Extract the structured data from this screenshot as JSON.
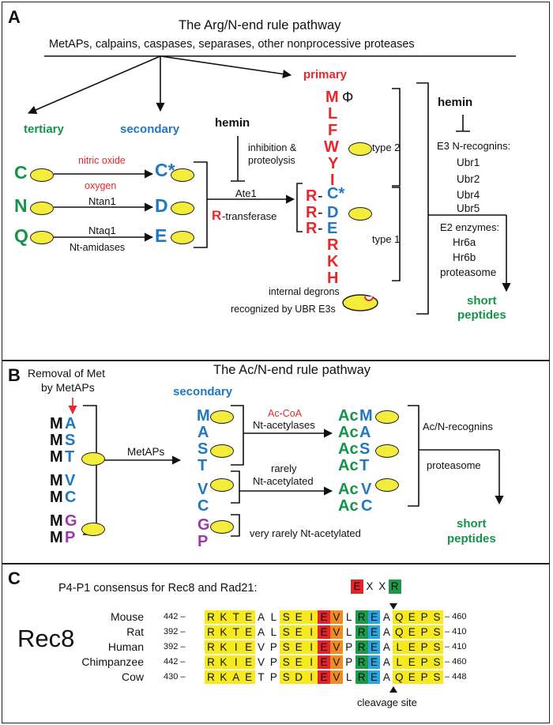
{
  "panel_a": {
    "letter": "A",
    "title": "The Arg/N-end rule pathway",
    "proteases": "MetAPs, calpains, caspases, separases, other nonprocessive proteases",
    "primary": "primary",
    "tertiary": "tertiary",
    "secondary": "secondary",
    "hemin_1": "hemin",
    "inhibition": "inhibition &",
    "proteolysis": "proteolysis",
    "hemin_2": "hemin",
    "nitric_oxide": "nitric oxide",
    "oxygen": "oxygen",
    "ntan1": "Ntan1",
    "ntaq1": "Ntaq1",
    "nt_amidases": "Nt-amidases",
    "ate1": "Ate1",
    "r_transferase_r": "R",
    "r_transferase": "-transferase",
    "tertiary_residues": [
      "C",
      "N",
      "Q"
    ],
    "secondary_residues": [
      "C*",
      "D",
      "E"
    ],
    "primary_type2": [
      "M",
      "L",
      "F",
      "W",
      "Y",
      "I"
    ],
    "phi": "Φ",
    "type2": "type 2",
    "type1": "type 1",
    "r_arg": "R",
    "type1_secondary": [
      "C*",
      "D",
      "E"
    ],
    "primary_type1_extra": [
      "R",
      "K",
      "H"
    ],
    "e3_header": "E3 N-recognins:",
    "e3": [
      "Ubr1",
      "Ubr2",
      "Ubr4",
      "Ubr5"
    ],
    "e2_header": "E2 enzymes:",
    "e2": [
      "Hr6a",
      "Hr6b"
    ],
    "proteasome": "proteasome",
    "internal_1": "internal degrons",
    "internal_2": "recognized by UBR E3s",
    "short": "short",
    "peptides": "peptides"
  },
  "panel_b": {
    "letter": "B",
    "title": "The Ac/N-end rule pathway",
    "removal_1": "Removal of Met",
    "removal_2": "by MetAPs",
    "secondary": "secondary",
    "metaps": "MetAPs",
    "met": "M",
    "second_residues": [
      "A",
      "S",
      "T",
      "V",
      "C",
      "G",
      "P"
    ],
    "ac_coa": "Ac-CoA",
    "nt_acetylases": "Nt-acetylases",
    "rarely": "rarely",
    "rarely_nt": "Nt-acetylated",
    "very_rarely": "very rarely Nt-acetylated",
    "ac": "Ac",
    "acetylated": [
      "M",
      "A",
      "S",
      "T",
      "V",
      "C"
    ],
    "ac_recognins": "Ac/N-recognins",
    "proteasome": "proteasome",
    "short": "short",
    "peptides": "peptides"
  },
  "panel_c": {
    "letter": "C",
    "consensus_label": "P4-P1 consensus for Rec8 and Rad21:",
    "consensus": [
      "E",
      "X",
      "X",
      "R"
    ],
    "rec8": "Rec8",
    "cleavage": "cleavage site",
    "alignment": [
      {
        "species": "Mouse",
        "start": "442",
        "seq": "RKTEALSEIEVLREAQEPS",
        "end": "460"
      },
      {
        "species": "Rat",
        "start": "392",
        "seq": "RKTEALSEIEVLREAQEPS",
        "end": "410"
      },
      {
        "species": "Human",
        "start": "392",
        "seq": "RKIEVPSEIEVPREALEPS",
        "end": "410"
      },
      {
        "species": "Chimpanzee",
        "start": "442",
        "seq": "RKIEVPSEIEVPREALEPS",
        "end": "460"
      },
      {
        "species": "Cow",
        "start": "430",
        "seq": "RKAETPSDIEVLREAQEPS",
        "end": "448"
      }
    ],
    "colors": {
      "yellow": "#f6ea1f",
      "red": "#e5232b",
      "orange": "#f08a22",
      "green": "#1c9a48",
      "blue": "#2aa6e0"
    }
  }
}
